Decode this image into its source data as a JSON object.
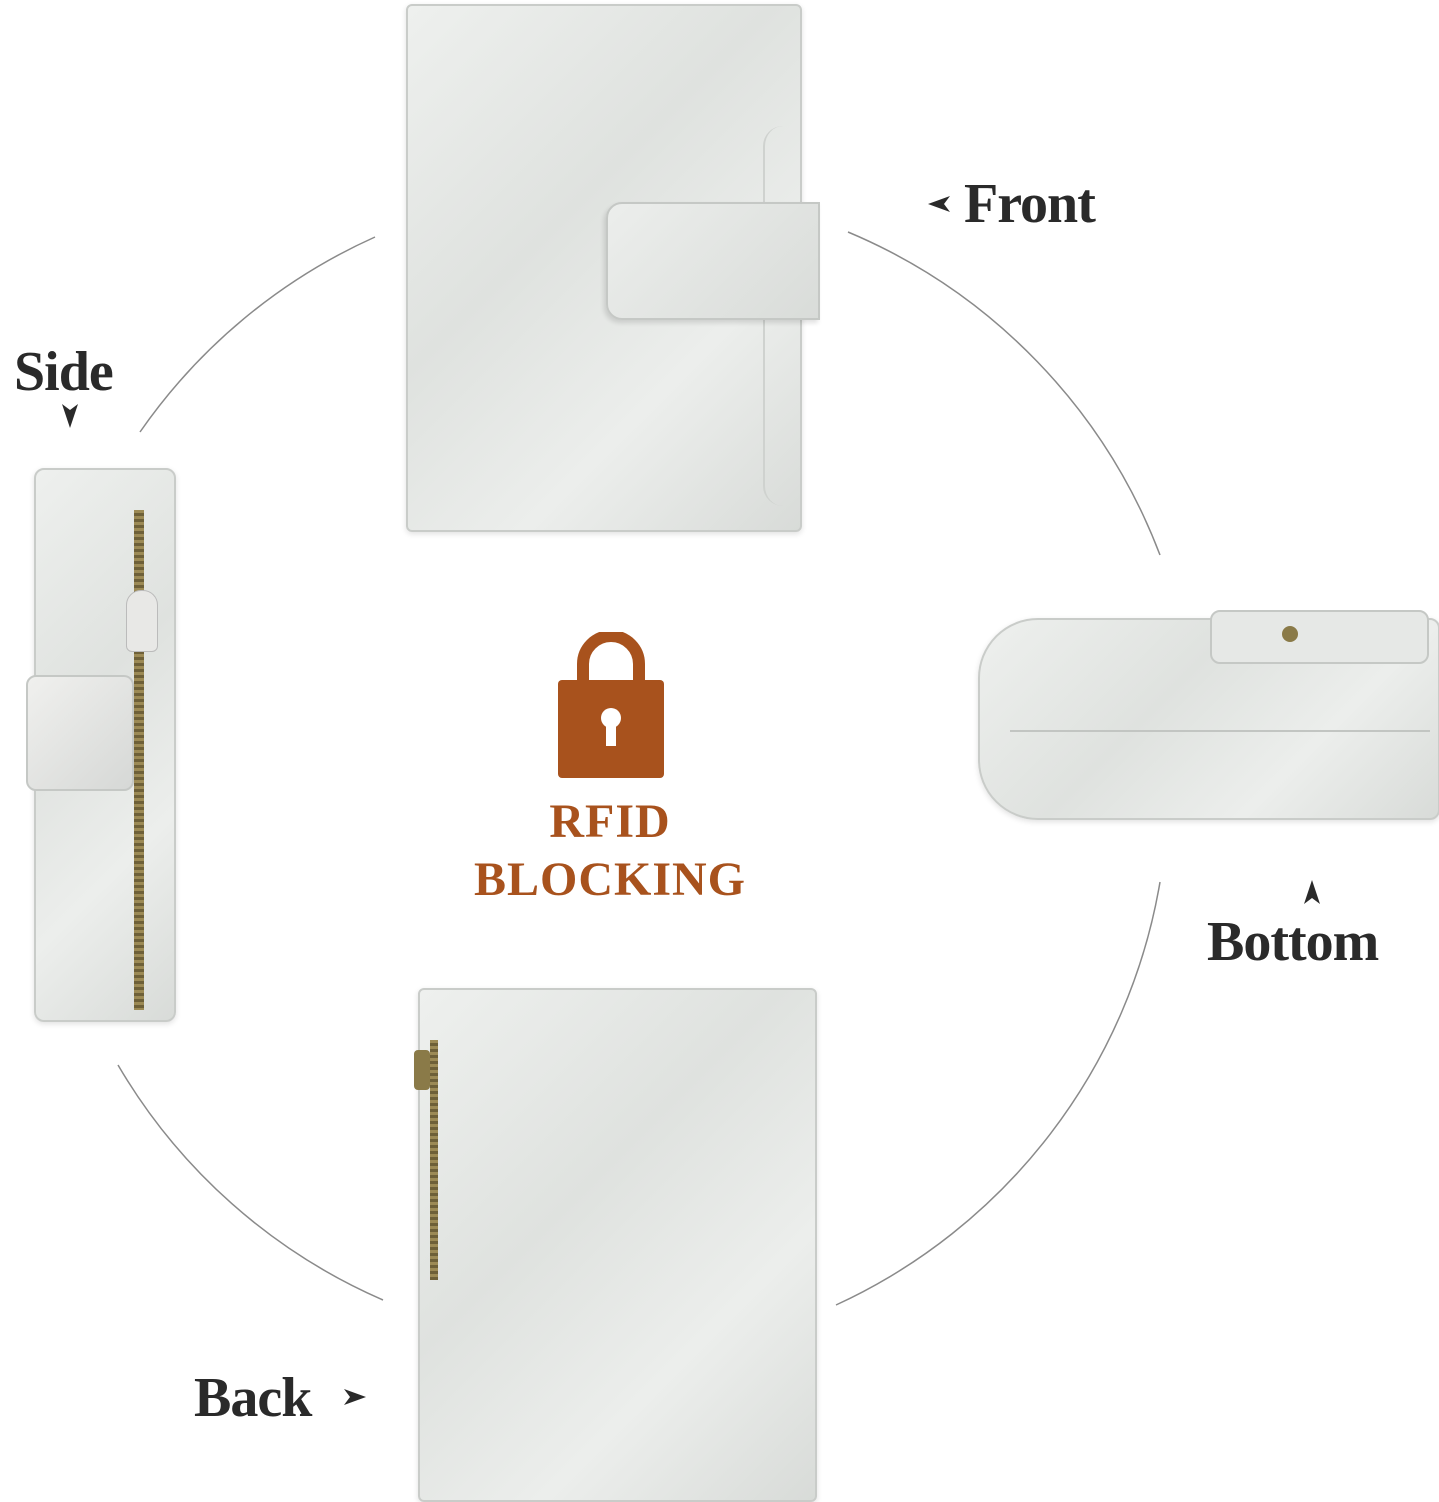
{
  "labels": {
    "front": "Front",
    "side": "Side",
    "bottom": "Bottom",
    "back": "Back"
  },
  "badge": {
    "line1": "RFID",
    "line2": "BLOCKING",
    "icon": "padlock-icon"
  },
  "colors": {
    "accent": "#a8521d",
    "text": "#2a2a2a",
    "circle": "#8a8a8a",
    "leather": "#e2e5e2"
  }
}
